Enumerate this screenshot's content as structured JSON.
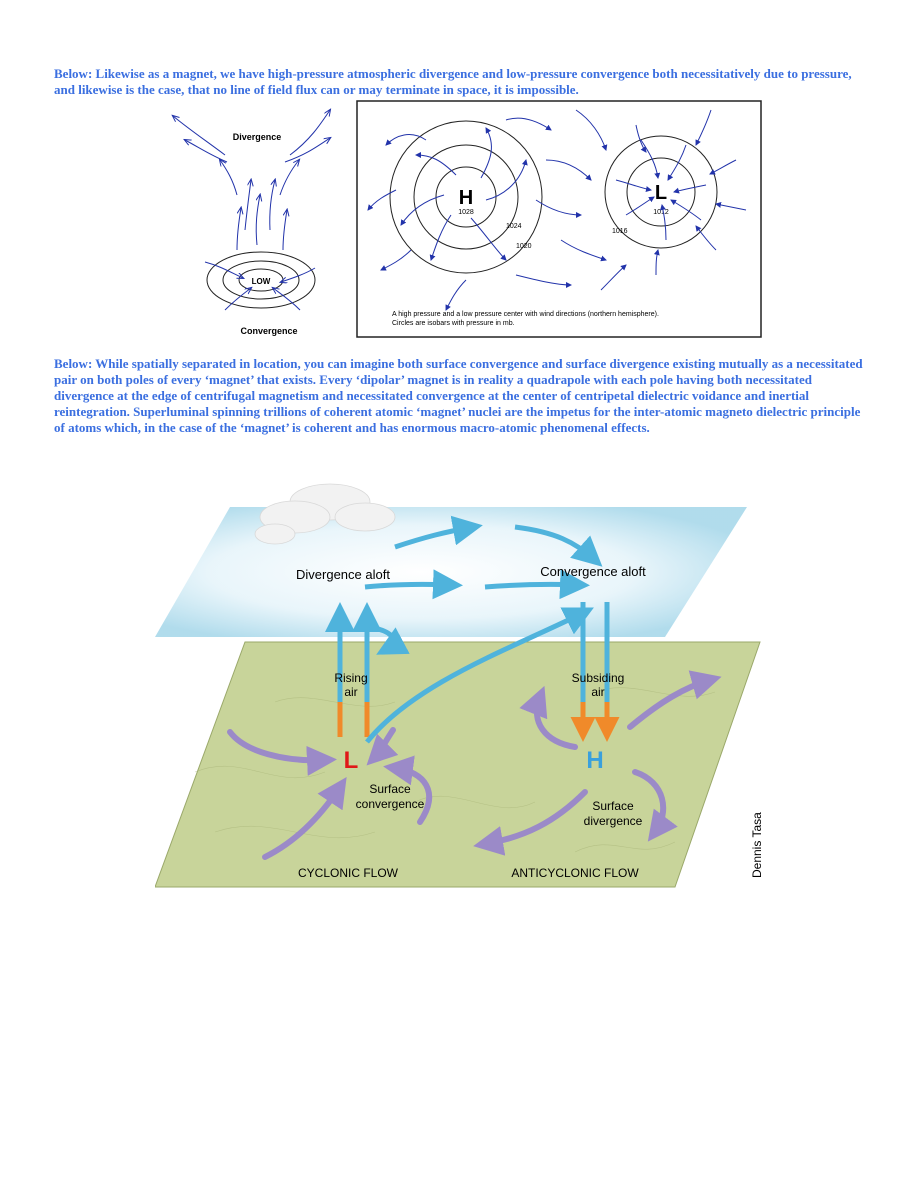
{
  "paragraphs": [
    "Below: Likewise as a magnet, we have high-pressure atmospheric divergence and low-pressure convergence both necessitatively due to pressure, and likewise is the case, that no line of field flux can or may terminate in space, it is impossible.",
    "Below: While spatially separated in location, you can imagine both surface convergence and surface divergence existing mutually as a necessitated pair on both poles of every ‘magnet’ that exists. Every ‘dipolar’ magnet is in reality a quadrapole with each pole having both necessitated divergence at the edge of centrifugal magnetism and necessitated convergence at the center of centripetal dielectric voidance and inertial reintegration. Superluminal spinning trillions of coherent atomic ‘magnet’ nuclei are the impetus for the inter-atomic magneto dielectric principle of atoms which, in the case of the ‘magnet’ is coherent and has enormous macro-atomic phenomenal effects."
  ],
  "figure1": {
    "divergence_label": "Divergence",
    "low_label": "LOW",
    "convergence_label": "Convergence"
  },
  "figure2": {
    "high_letter": "H",
    "low_letter": "L",
    "isobars": [
      "1028",
      "1024",
      "1020",
      "1016",
      "1012"
    ],
    "caption_line1": "A high pressure and a low pressure center with wind directions (northern hemisphere).",
    "caption_line2": "Circles are isobars with pressure in mb."
  },
  "figure3": {
    "divergence_aloft": "Divergence aloft",
    "convergence_aloft": "Convergence aloft",
    "rising_air_1": "Rising",
    "rising_air_2": "air",
    "subsiding_air_1": "Subsiding",
    "subsiding_air_2": "air",
    "low_letter": "L",
    "high_letter": "H",
    "surface_convergence_1": "Surface",
    "surface_convergence_2": "convergence",
    "surface_divergence_1": "Surface",
    "surface_divergence_2": "divergence",
    "cyclonic_flow": "CYCLONIC FLOW",
    "anticyclonic_flow": "ANTICYCLONIC FLOW",
    "credit": "Dennis Tasa"
  },
  "colors": {
    "text_blue": "#3b6fe0",
    "arrow_navy": "#2233aa",
    "ground_green": "#c8d49a",
    "sky_blue": "#a8d8ea",
    "arrow_cyan": "#4fb3dc",
    "arrow_orange": "#f08a2a",
    "arrow_purple": "#9b8ac8",
    "low_red": "#e01818",
    "high_blue": "#3aa0dc"
  }
}
